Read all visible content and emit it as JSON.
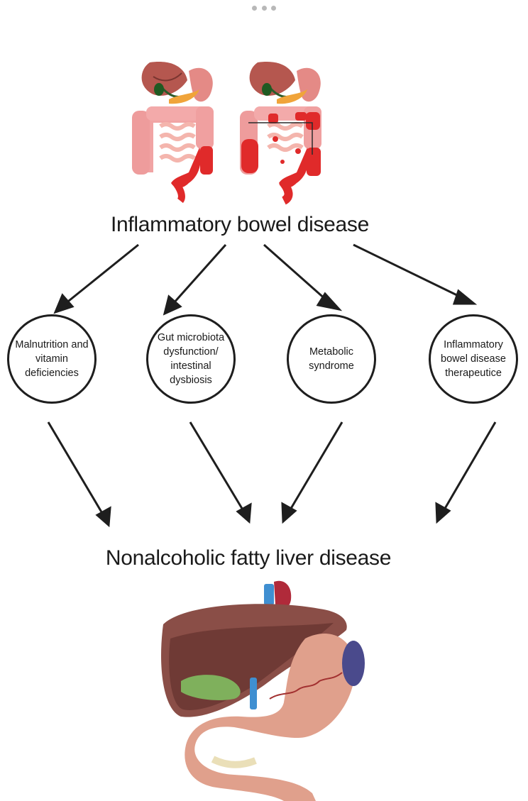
{
  "header": {
    "menu_icon": "more-horizontal-icon"
  },
  "diagram": {
    "top_label": "Inflammatory bowel disease",
    "bottom_label": "Nonalcoholic fatty liver disease",
    "nodes": [
      {
        "id": "malnutrition",
        "label": "Malnutrition and vitamin deficiencies"
      },
      {
        "id": "gut-microbiota",
        "label": "Gut microbiota dysfunction/ intestinal dysbiosis"
      },
      {
        "id": "metabolic",
        "label": "Metabolic syndrome"
      },
      {
        "id": "therapeutics",
        "label": "Inflammatory bowel disease therapeutice"
      }
    ],
    "illustrations": {
      "top": [
        "digestive-tract-healthy-icon",
        "digestive-tract-inflamed-icon"
      ],
      "bottom": "liver-stomach-icon"
    },
    "colors": {
      "inflamed": "#e02a2a",
      "intestine": "#f2a6a6",
      "liver": "#8b4a44",
      "stomach": "#e3a08c",
      "gallbladder": "#7fb05c",
      "spleen": "#4a4a8c"
    }
  }
}
